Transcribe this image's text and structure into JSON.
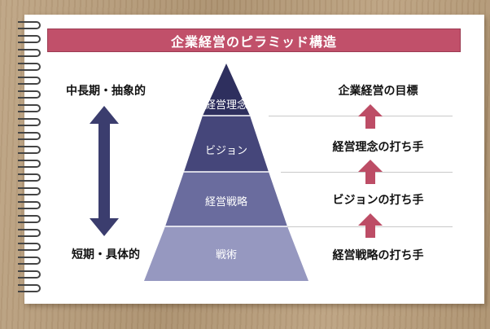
{
  "title": "企業経営のピラミッド構造",
  "left": {
    "top_label": "中長期・抽象的",
    "bottom_label": "短期・具体的"
  },
  "pyramid": {
    "layers": [
      {
        "label": "経営理念",
        "color": "#2e2f5e"
      },
      {
        "label": "ビジョン",
        "color": "#45467a"
      },
      {
        "label": "経営戦略",
        "color": "#6a6c9e"
      },
      {
        "label": "戦術",
        "color": "#9698c0"
      }
    ]
  },
  "right": {
    "labels": [
      "企業経営の目標",
      "経営理念の打ち手",
      "ビジョンの打ち手",
      "経営戦略の打ち手"
    ]
  },
  "colors": {
    "title_bar": "#c1506a",
    "up_arrow": "#bd4d66",
    "left_arrow": "#3b3d6e"
  }
}
